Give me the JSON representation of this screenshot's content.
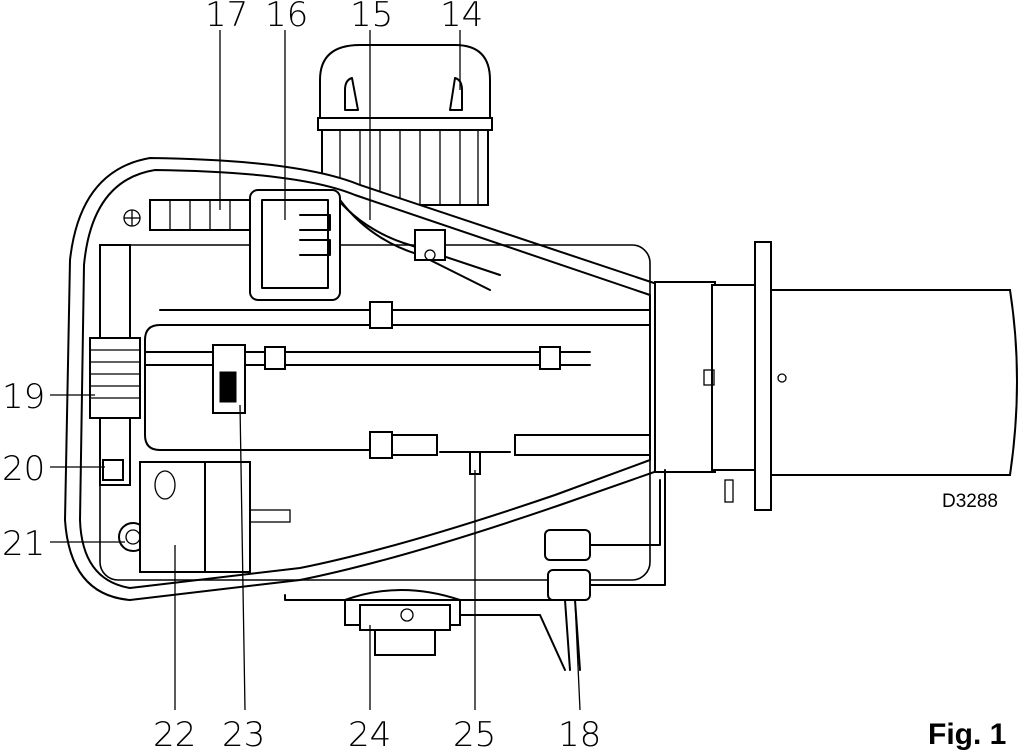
{
  "figure": {
    "caption": "Fig. 1",
    "drawing_code": "D3288",
    "callouts_top": [
      "17",
      "16",
      "15",
      "14"
    ],
    "callouts_left": [
      "19",
      "20",
      "21"
    ],
    "callouts_bottom": [
      "22",
      "23",
      "24",
      "25",
      "18"
    ]
  }
}
